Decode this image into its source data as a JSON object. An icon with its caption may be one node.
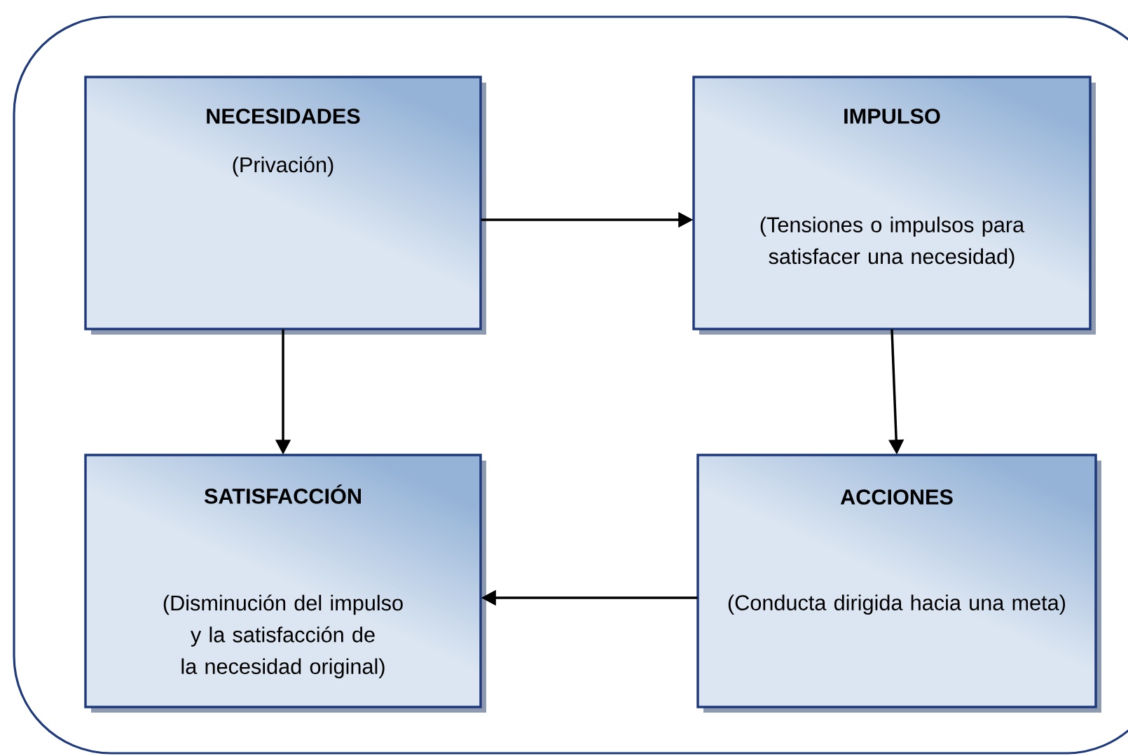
{
  "diagram": {
    "nodes": [
      {
        "text": [
          "NECESIDADES",
          "(Privación)"
        ]
      },
      {
        "text": [
          "IMPULSO",
          "(Tensiones o impulsos para satisfacer una necesidad)"
        ]
      },
      {
        "text": [
          "SATISFACCIÓN",
          "(Disminución del impulso y la satisfacción de la necesidad original)"
        ]
      },
      {
        "text": [
          "ACCIONES",
          "(Conducta dirigida hacia una meta)"
        ]
      }
    ],
    "edges": [
      {
        "from": 0,
        "to": 1,
        "arrow": "to"
      },
      {
        "from": 0,
        "to": 2,
        "arrow": "to"
      },
      {
        "from": 1,
        "to": 3,
        "arrow": "to"
      },
      {
        "from": 3,
        "to": 2,
        "arrow": "to"
      }
    ]
  }
}
